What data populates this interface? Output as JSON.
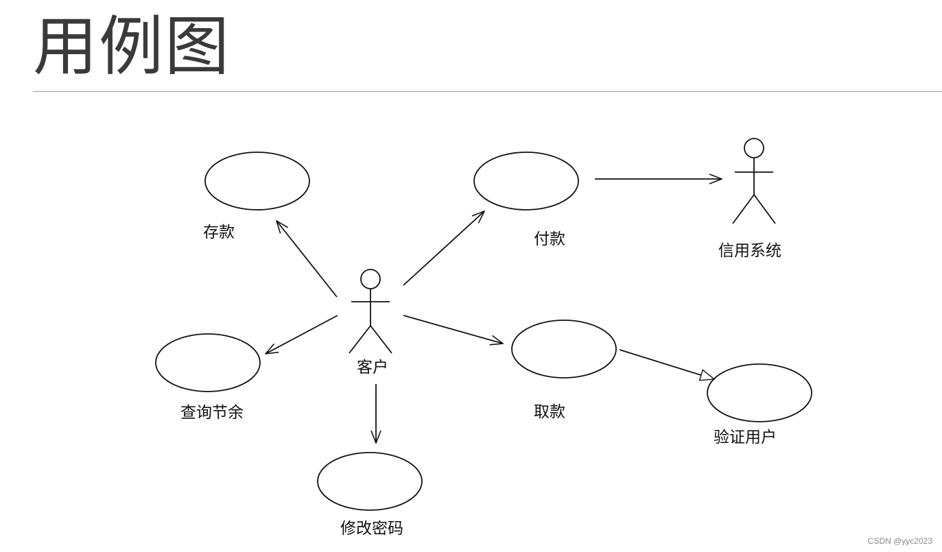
{
  "title": "用例图",
  "diagram": {
    "actors": {
      "customer": "客户",
      "credit_system": "信用系统"
    },
    "use_cases": {
      "deposit": "存款",
      "payment": "付款",
      "query_balance": "查询节余",
      "withdraw": "取款",
      "verify_user": "验证用户",
      "change_password": "修改密码"
    }
  },
  "watermark": "CSDN @yyc2023",
  "colors": {
    "stroke": "#111111",
    "title": "#3a3a3a",
    "rule": "#9a9a9a"
  }
}
